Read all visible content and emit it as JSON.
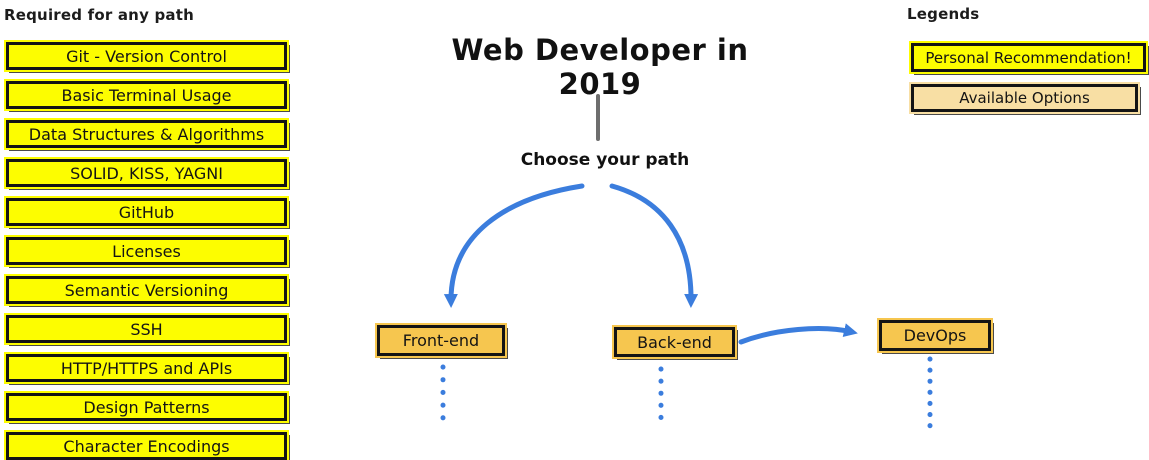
{
  "page": {
    "title": "Web Developer in 2019",
    "choose_path_label": "Choose your path"
  },
  "required_section": {
    "heading": "Required for any path",
    "items": [
      "Git - Version Control",
      "Basic Terminal Usage",
      "Data Structures & Algorithms",
      "SOLID, KISS, YAGNI",
      "GitHub",
      "Licenses",
      "Semantic Versioning",
      "SSH",
      "HTTP/HTTPS and APIs",
      "Design Patterns",
      "Character Encodings"
    ]
  },
  "paths": {
    "items": [
      "Front-end",
      "Back-end",
      "DevOps"
    ]
  },
  "legends": {
    "heading": "Legends",
    "personal_recommendation": "Personal Recommendation!",
    "available_options": "Available Options"
  },
  "colors": {
    "recommendation_yellow": "#fdfd00",
    "available_option_tan": "#f8dfa4",
    "path_node_orange": "#f6c64f",
    "arrow_blue": "#3b7ddd",
    "box_border": "#141414",
    "divider_gray": "#6e6e6e"
  }
}
